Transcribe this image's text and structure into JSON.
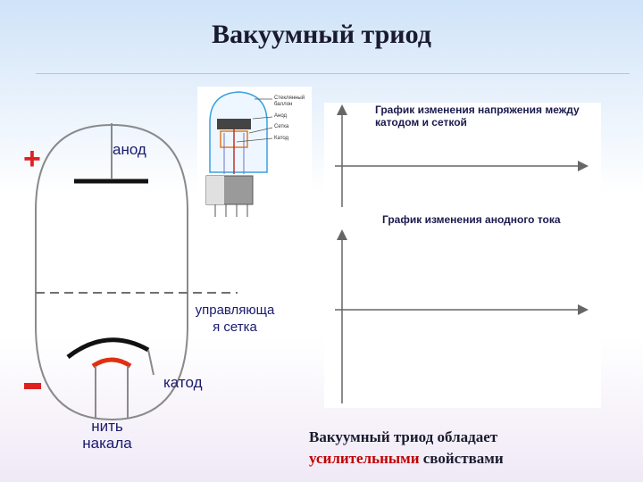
{
  "title": "Вакуумный триод",
  "labels": {
    "plus": "+",
    "anode": "анод",
    "grid": "управляюща я сетка",
    "cathode": "катод",
    "filament": "нить накала"
  },
  "photo_labels": {
    "glass": "Стеклянный баллон",
    "anode": "Анод",
    "grid": "Сетка",
    "cathode": "Катод"
  },
  "graphs": {
    "top_title": "График изменения напряжения между катодом и сеткой",
    "bottom_title": "График изменения анодного тока"
  },
  "caption": {
    "line1": "Вакуумный триод обладает",
    "highlight": "усилительными",
    "rest": " свойствами"
  },
  "colors": {
    "accent_red": "#e02020",
    "highlight_red": "#c00000",
    "tube_outline": "#8a8a8a",
    "axis": "#666666"
  }
}
